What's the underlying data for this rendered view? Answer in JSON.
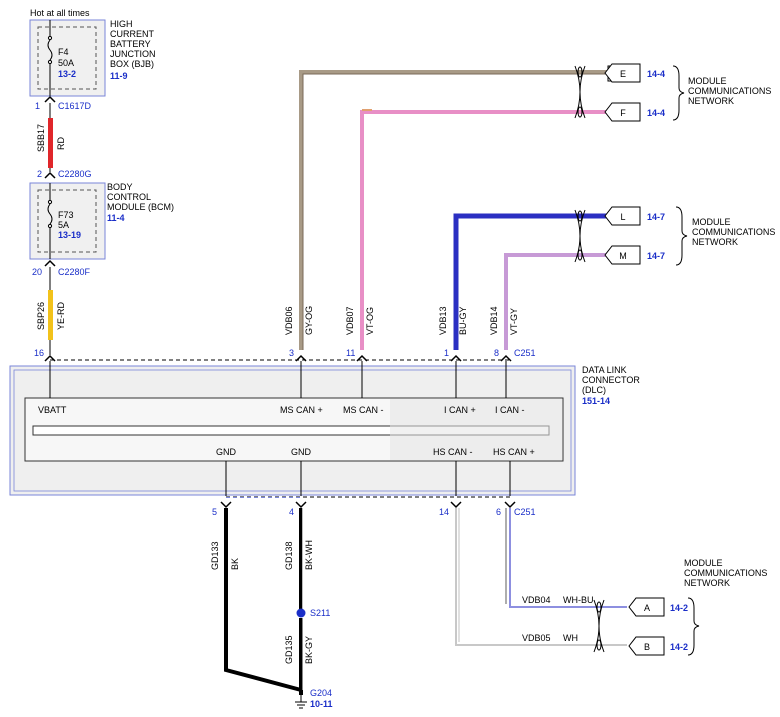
{
  "header": {
    "hot_label": "Hot at all times"
  },
  "bjb": {
    "name_lines": [
      "HIGH",
      "CURRENT",
      "BATTERY",
      "JUNCTION",
      "BOX (BJB)"
    ],
    "ref": "11-9",
    "fuse_name": "F4",
    "fuse_rating": "50A",
    "fuse_ref": "13-2"
  },
  "bcm": {
    "name_lines": [
      "BODY",
      "CONTROL",
      "MODULE (BCM)"
    ],
    "ref": "11-4",
    "fuse_name": "F73",
    "fuse_rating": "5A",
    "fuse_ref": "13-19"
  },
  "connectors": {
    "c1617d": {
      "pin": "1",
      "name": "C1617D"
    },
    "c2280g": {
      "pin": "2",
      "name": "C2280G"
    },
    "c2280f": {
      "pin": "20",
      "name": "C2280F"
    },
    "c251_top_name": "C251",
    "c251_bottom_name": "C251"
  },
  "wires": {
    "sbb17": {
      "circuit": "SBB17",
      "color": "RD"
    },
    "sbp26": {
      "circuit": "SBP26",
      "color": "YE-RD"
    },
    "vdb06": {
      "circuit": "VDB06",
      "color": "GY-OG"
    },
    "vdb07": {
      "circuit": "VDB07",
      "color": "VT-OG"
    },
    "vdb13": {
      "circuit": "VDB13",
      "color": "BU-GY"
    },
    "vdb14": {
      "circuit": "VDB14",
      "color": "VT-GY"
    },
    "gd133": {
      "circuit": "GD133",
      "color": "BK"
    },
    "gd138": {
      "circuit": "GD138",
      "color": "BK-WH"
    },
    "gd135": {
      "circuit": "GD135",
      "color": "BK-GY"
    },
    "vdb04": {
      "circuit": "VDB04",
      "color": "WH-BU"
    },
    "vdb05": {
      "circuit": "VDB05",
      "color": "WH"
    }
  },
  "dlc_top_pins": [
    "16",
    "3",
    "11",
    "1",
    "8"
  ],
  "dlc_bottom_pins": [
    "5",
    "4",
    "14",
    "6"
  ],
  "dlc": {
    "name_lines": [
      "DATA LINK",
      "CONNECTOR",
      "(DLC)"
    ],
    "ref": "151-14",
    "top_labels": [
      "VBATT",
      "MS CAN +",
      "MS CAN -",
      "I CAN +",
      "I CAN -"
    ],
    "bottom_labels": [
      "GND",
      "GND",
      "HS CAN -",
      "HS CAN +"
    ]
  },
  "network_label_lines": [
    "MODULE",
    "COMMUNICATIONS",
    "NETWORK"
  ],
  "flags": [
    {
      "letter": "E",
      "ref": "14-4"
    },
    {
      "letter": "F",
      "ref": "14-4"
    },
    {
      "letter": "L",
      "ref": "14-7"
    },
    {
      "letter": "M",
      "ref": "14-7"
    },
    {
      "letter": "A",
      "ref": "14-2"
    },
    {
      "letter": "B",
      "ref": "14-2"
    }
  ],
  "splice": {
    "name": "S211"
  },
  "ground": {
    "name": "G204",
    "ref": "10-11"
  },
  "colors": {
    "red": "#e0262a",
    "yellow": "#f2c21b",
    "gray_orange": "#a89a86",
    "violet_orange": "#e88fc6",
    "blue_gray": "#2b2fc2",
    "violet_gray": "#c79ad6",
    "black": "#000000",
    "white_blue": "#8d8fe0",
    "white": "#c8c8c8",
    "link_blue": "#1a2ec8"
  }
}
